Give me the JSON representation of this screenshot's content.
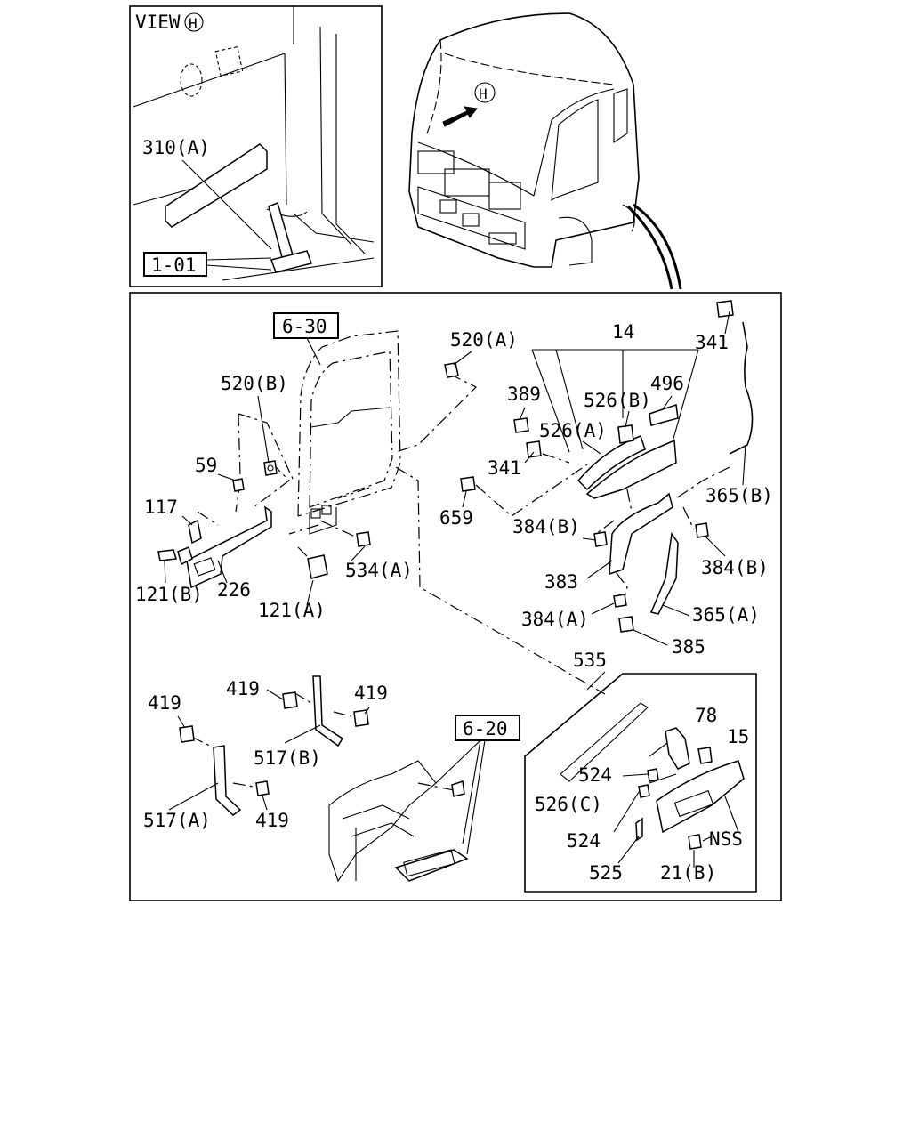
{
  "inset": {
    "view_label": "VIEW",
    "view_marker": "H",
    "callouts": {
      "pad": "310(A)",
      "ref_box": "1-01"
    }
  },
  "cab": {
    "marker": "H"
  },
  "main": {
    "ref_boxes": {
      "door": "6-30",
      "step": "6-20"
    },
    "labels": {
      "l520a": "520(A)",
      "l520b": "520(B)",
      "l59": "59",
      "l117": "117",
      "l121b": "121(B)",
      "l226": "226",
      "l121a": "121(A)",
      "l534a": "534(A)",
      "l14": "14",
      "l389": "389",
      "l526b": "526(B)",
      "l496": "496",
      "l526a": "526(A)",
      "l341a": "341",
      "l341b": "341",
      "l659": "659",
      "l365b": "365(B)",
      "l384b_left": "384(B)",
      "l384b_right": "384(B)",
      "l383": "383",
      "l384a": "384(A)",
      "l365a": "365(A)",
      "l385": "385",
      "l535": "535",
      "l419_top": "419",
      "l419_right": "419",
      "l419_left": "419",
      "l419_bottom": "419",
      "l517b": "517(B)",
      "l517a": "517(A)"
    }
  },
  "detail": {
    "labels": {
      "l78": "78",
      "l15": "15",
      "l524a": "524",
      "l524b": "524",
      "l526c": "526(C)",
      "l525": "525",
      "l21b": "21(B)",
      "lnss": "NSS"
    }
  }
}
